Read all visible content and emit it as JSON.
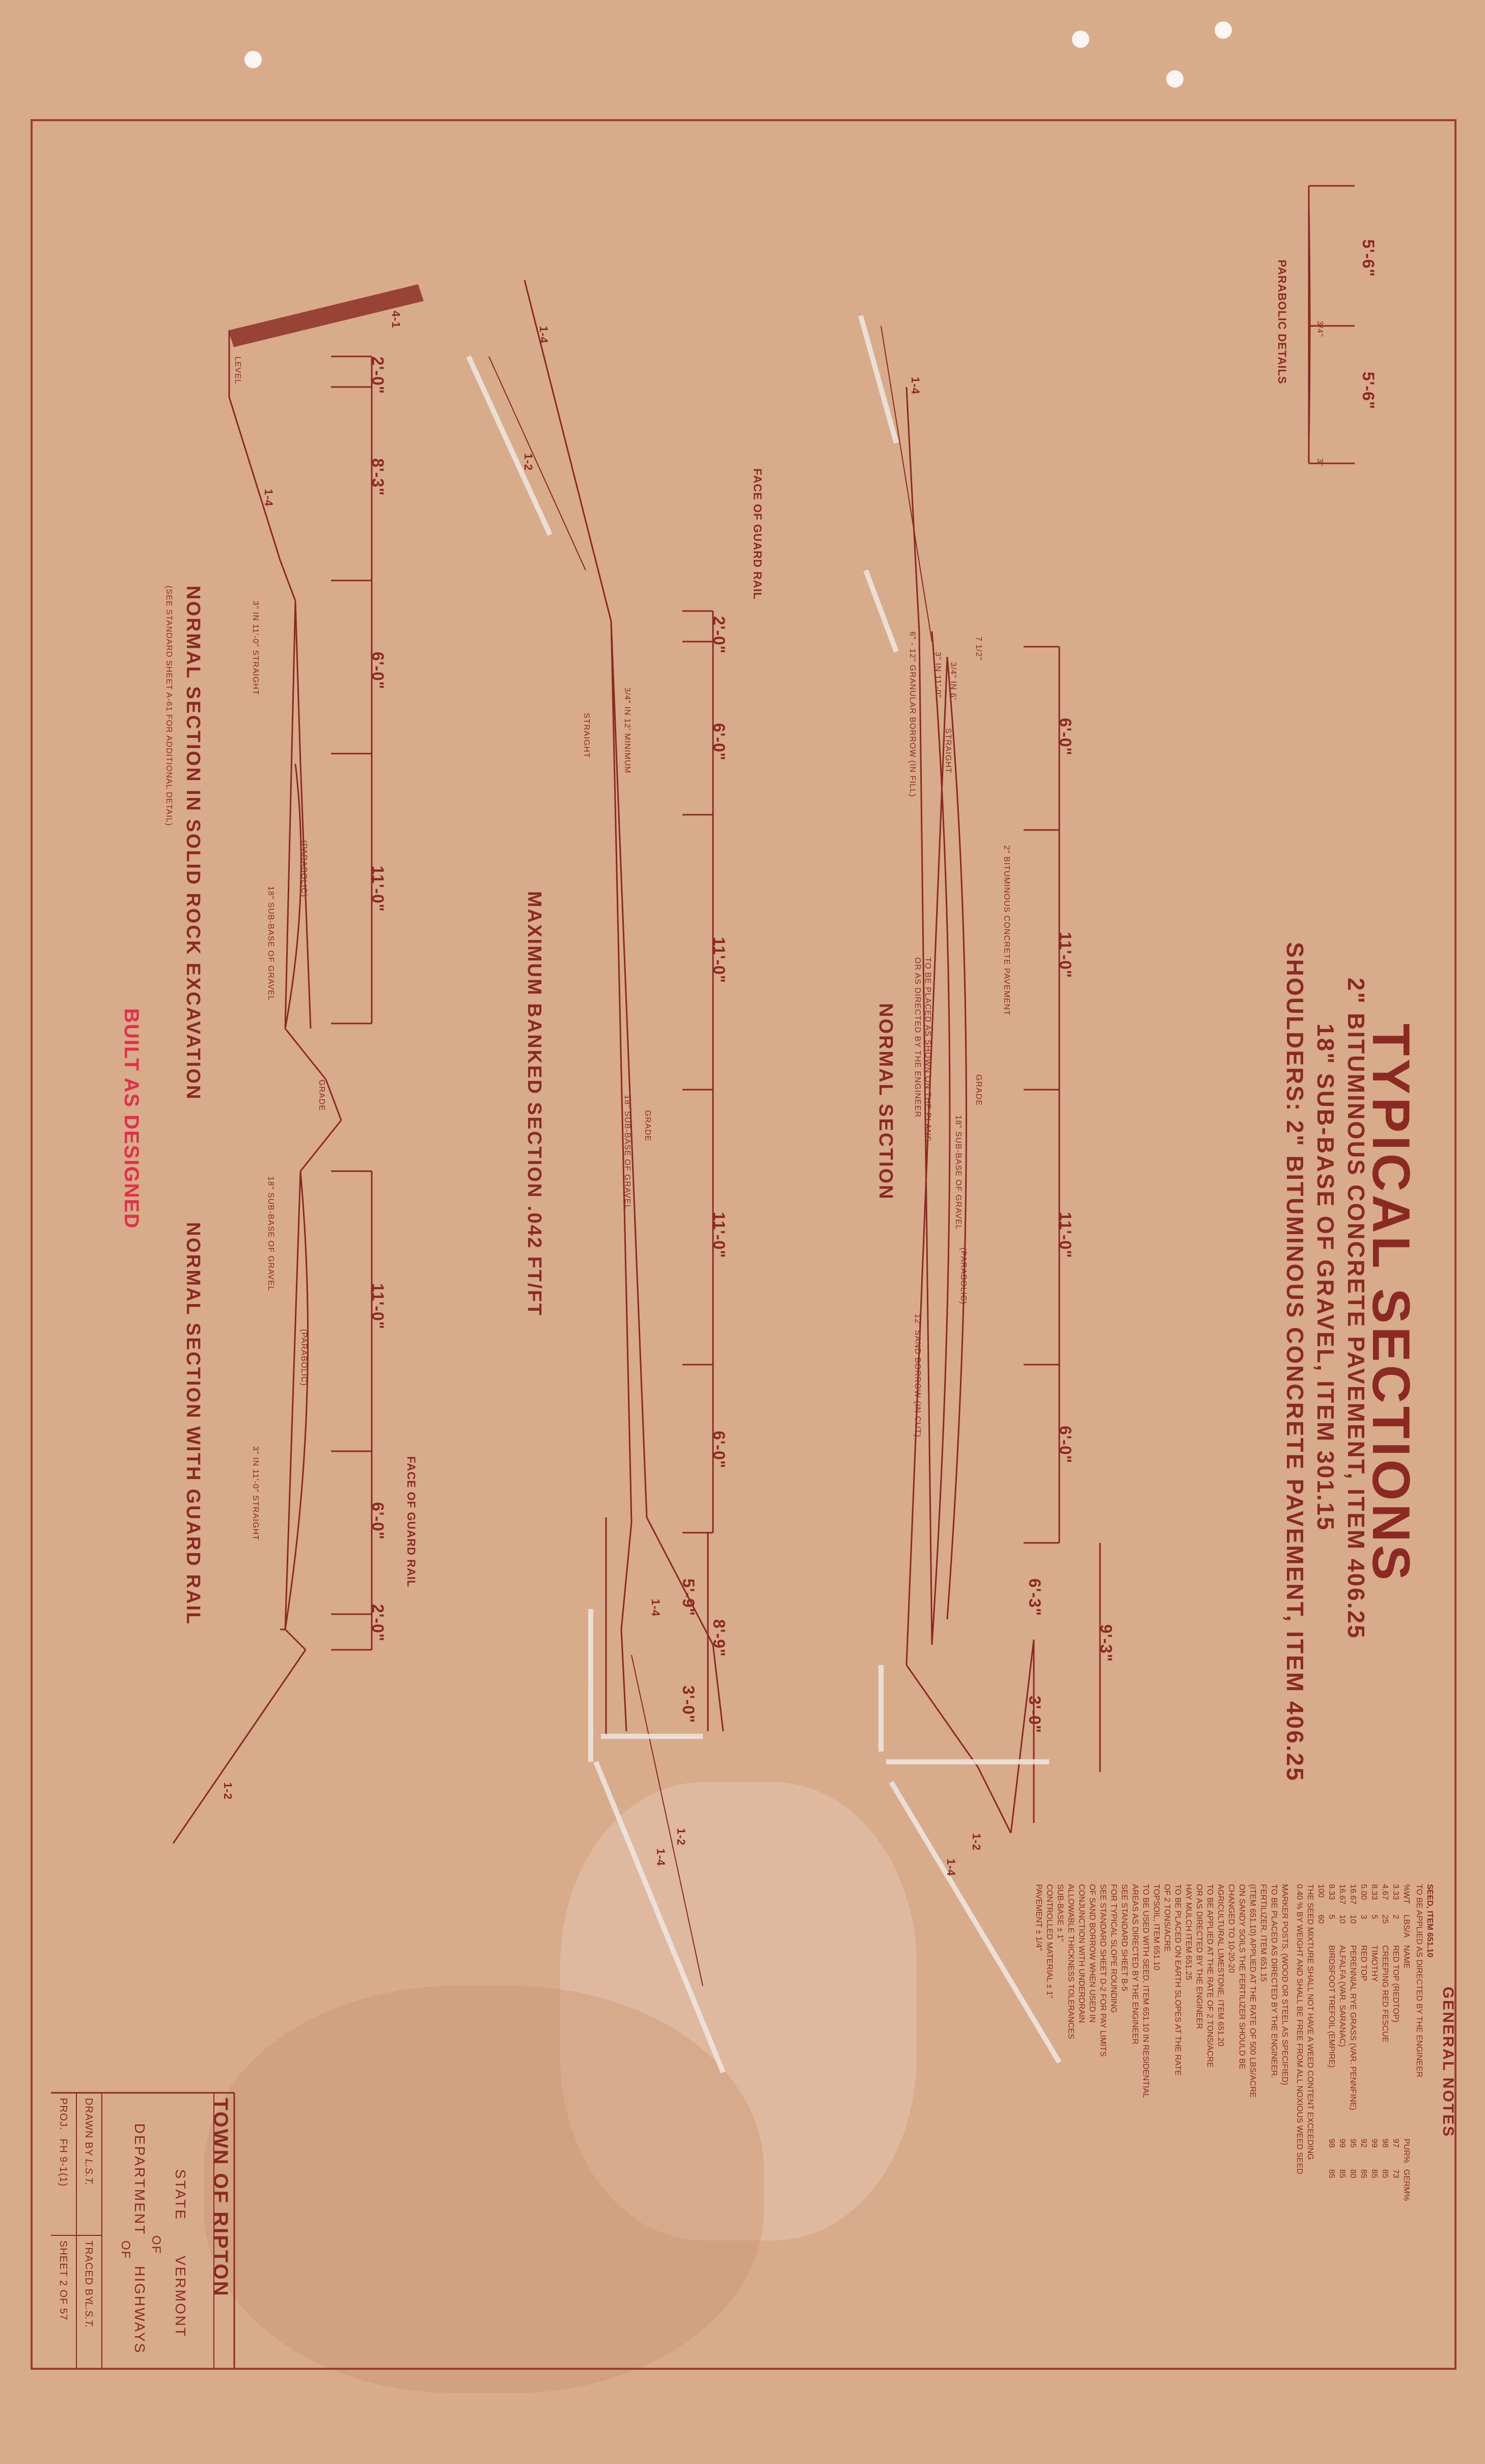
{
  "title": {
    "main": "TYPICAL SECTIONS",
    "line1": "2\" BITUMINOUS CONCRETE PAVEMENT, ITEM 406.25",
    "line2": "18\" SUB-BASE OF GRAVEL, ITEM 301.15",
    "line3": "SHOULDERS: 2\" BITUMINOUS CONCRETE PAVEMENT, ITEM 406.25"
  },
  "parabolic": {
    "label": "PARABOLIC DETAILS",
    "dim_left": "5'-6\"",
    "dim_right": "5'-6\"",
    "mid": "3/4\"",
    "end": "3\""
  },
  "section_normal": {
    "label": "NORMAL SECTION",
    "slope_left": "1-4",
    "slope_right_a": "1-2",
    "slope_right_b": "1-4",
    "dims": [
      "6'-0\"",
      "11'-0\"",
      "11'-0\"",
      "6'-0\""
    ],
    "dim_far_a": "6'-3\"",
    "dim_far_b": "9'-3\"",
    "dim_far_c": "3'-0\"",
    "notes": [
      "2\" BITUMINOUS CONCRETE PAVEMENT",
      "6\" - 12\" GRANULAR BORROW (IN FILL)",
      "TO BE PLACED AS SHOWN ON THE PLANS",
      "OR AS DIRECTED BY THE ENGINEER",
      "18\" SUB-BASE OF GRAVEL",
      "(PARABOLIC)",
      "12\" SAND BORROW (IN CUT)",
      "GRADE",
      "STRAIGHT",
      "3\" IN 11'-0\"",
      "3/4\" IN 6'",
      "7 1/2\""
    ]
  },
  "section_banked": {
    "label": "MAXIMUM BANKED SECTION .042 FT/FT",
    "face_rail": "FACE OF GUARD RAIL",
    "slope_a": "1-4",
    "slope_b": "1-2",
    "slope_c": "1-4",
    "slope_d": "1-2",
    "slope_e": "1-4",
    "dims": [
      "2'-0\"",
      "6'-0\"",
      "11'-0\"",
      "11'-0\"",
      "6'-0\""
    ],
    "dim_far_a": "5'-9\"",
    "dim_far_b": "8'-9\"",
    "dim_far_c": "3'-0\"",
    "notes": [
      "3/4\" IN 12' MINIMUM",
      "18\" SUB-BASE OF GRAVEL",
      "STRAIGHT",
      "GRADE"
    ]
  },
  "section_rock": {
    "label": "NORMAL SECTION IN SOLID ROCK EXCAVATION",
    "note": "(SEE STANDARD SHEET A-61 FOR ADDITIONAL DETAIL)",
    "slope_top": "4-1",
    "slope_side": "1-4",
    "level": "LEVEL",
    "dims": [
      "2'-0\"",
      "8'-3\"",
      "6'-0\"",
      "11'-0\""
    ],
    "notes": [
      "3\" IN 11'-0\" STRAIGHT",
      "(PARABOLIC)",
      "18\" SUB-BASE OF GRAVEL",
      "GRADE"
    ]
  },
  "section_rail": {
    "label": "NORMAL SECTION WITH GUARD RAIL",
    "face_rail": "FACE OF GUARD RAIL",
    "slope": "1-2",
    "dims": [
      "11'-0\"",
      "6'-0\"",
      "2'-0\""
    ],
    "notes": [
      "18\" SUB-BASE OF GRAVEL",
      "(PARABOLIC)",
      "3\" IN 11'-0\" STRAIGHT"
    ]
  },
  "stamp": "BUILT AS DESIGNED",
  "general_notes": {
    "heading": "GENERAL NOTES",
    "seed_title": "SEED, ITEM 651.10",
    "seed_sub": "TO BE APPLIED AS DIRECTED BY THE ENGINEER",
    "seed_header": [
      "%WT",
      "LBS/A",
      "NAME",
      "PUR%",
      "GERM%"
    ],
    "seed_rows": [
      [
        "3.33",
        "2",
        "RED TOP (REDTOP)",
        "97",
        "73"
      ],
      [
        "4.67",
        "25",
        "CREEPING RED FESCUE",
        "98",
        "85"
      ],
      [
        "8.33",
        "5",
        "TIMOTHY",
        "99",
        "85"
      ],
      [
        "5.00",
        "3",
        "RED TOP",
        "92",
        "85"
      ],
      [
        "16.67",
        "10",
        "PERENNIAL RYE GRASS (VAR. PENNFINE)",
        "95",
        "80"
      ],
      [
        "16.67",
        "10",
        "ALFALFA (VAR. SARANAC)",
        "99",
        "85"
      ],
      [
        "8.33",
        "5",
        "BIRDSFOOT TREFOIL (EMPIRE)",
        "98",
        "85"
      ]
    ],
    "seed_total": [
      "100",
      "60"
    ],
    "seed_foot": [
      "THE SEED MIXTURE SHALL NOT HAVE A WEED CONTENT EXCEEDING",
      "0.40 % BY WEIGHT AND SHALL BE FREE FROM ALL NOXIOUS WEED SEED"
    ],
    "paragraphs": [
      "MARKER POSTS, (WOOD OR STEEL AS SPECIFIED)",
      "TO BE PLACED AS DIRECTED BY THE ENGINEER.",
      "FERTILIZER, ITEM 651.15",
      "(ITEM 651.10) APPLIED AT THE RATE OF 500 LBS/ACRE",
      "ON SANDY SOILS THE FERTILIZER SHOULD BE",
      "CHANGED TO 10-20-20",
      "AGRICULTURAL LIMESTONE, ITEM 651.20",
      "TO BE APPLIED AT THE RATE OF 2 TONS/ACRE",
      "OR AS DIRECTED BY THE ENGINEER",
      "HAY MULCH ITEM 651.25",
      "TO BE PLACED ON EARTH SLOPES AT THE RATE",
      "OF 2 TONS/ACRE",
      "TOPSOIL, ITEM 651.10",
      "TO BE USED WITH SEED, ITEM 651.10 IN RESIDENTIAL",
      "AREAS AS DIRECTED BY THE ENGINEER",
      "SEE STANDARD SHEET B-5",
      "FOR TYPICAL SLOPE ROUNDING",
      "SEE STANDARD SHEET D-2 FOR PAY LIMITS",
      "OF SAND BORROW WHEN USED IN",
      "CONJUNCTION WITH UNDERDRAIN",
      "ALLOWABLE THICKNESS TOLERANCES",
      "SUB-BASE                    ± 1\"",
      "CONTROLLED MATERIAL     ± 1\"",
      "PAVEMENT                    ± 1/4\""
    ]
  },
  "title_block": {
    "town": "TOWN OF RIPTON",
    "state_line1": "STATE",
    "state_of": "OF",
    "state_line2": "VERMONT",
    "dept": "DEPARTMENT",
    "dept_of": "OF",
    "dept2": "HIGHWAYS",
    "drawn_by_label": "DRAWN BY",
    "drawn_by": "L.S.T.",
    "traced_by_label": "TRACED BY",
    "traced_by": "L.S.T.",
    "proj_label": "PROJ.",
    "proj": "FH 9-1(1)",
    "sheet": "SHEET 2 OF 57"
  },
  "colors": {
    "paper": "#d8ab8b",
    "ink": "#8a2a22",
    "stamp": "#e0304a",
    "highlight": "#eee6e2"
  }
}
